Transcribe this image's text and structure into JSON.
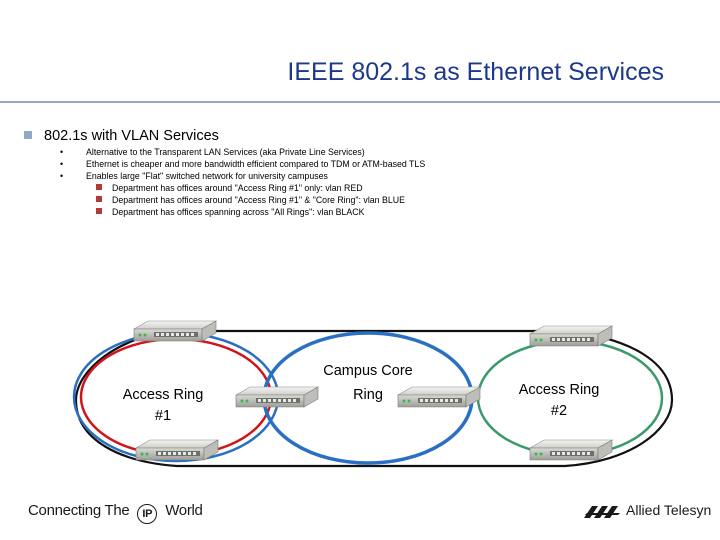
{
  "slide": {
    "title": "IEEE 802.1s as Ethernet Services",
    "main_bullet": "802.1s with VLAN Services",
    "sub_bullets": [
      "Alternative to the Transparent LAN Services (aka Private Line Services)",
      "Ethernet is cheaper and more bandwidth efficient compared to TDM or ATM-based TLS",
      "Enables large \"Flat\" switched network for university campuses"
    ],
    "sub_sub_bullets": [
      "Department has offices around \"Access Ring #1\" only: vlan RED",
      "Department has offices around \"Access Ring #1\" & \"Core Ring\": vlan BLUE",
      "Department has offices spanning across \"All Rings\": vlan BLACK"
    ]
  },
  "diagram": {
    "ring1_label_line1": "Access Ring",
    "ring1_label_line2": "#1",
    "core_label_line1": "Campus Core",
    "core_label_line2": "Ring",
    "ring2_label_line1": "Access Ring",
    "ring2_label_line2": "#2",
    "colors": {
      "red": "#d1141b",
      "blue": "#2a6fc4",
      "black": "#111111",
      "green": "#3a9a6b",
      "bullet_square": "#93aac6",
      "title": "#1d3a8a"
    },
    "switch_icon": "network-switch-icon"
  },
  "footer": {
    "left_pre": "Connecting The",
    "left_ip": "IP",
    "left_post": "World",
    "right_brand": "Allied Telesyn"
  }
}
